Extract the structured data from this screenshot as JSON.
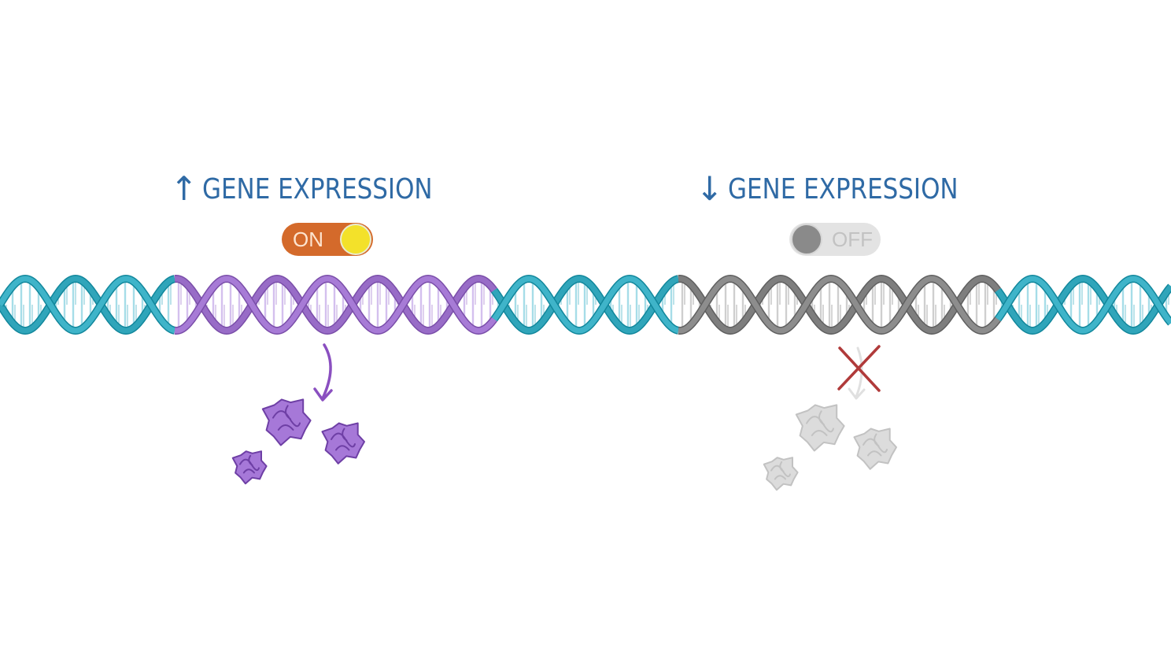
{
  "labels": {
    "increase": {
      "arrow": "↑",
      "text": "GENE EXPRESSION"
    },
    "decrease": {
      "arrow": "↓",
      "text": "GENE EXPRESSION"
    }
  },
  "toggles": {
    "on": {
      "label": "ON",
      "state": "on"
    },
    "off": {
      "label": "OFF",
      "state": "off"
    }
  },
  "colors": {
    "dna_default": "#3fb4c9",
    "dna_active_gene": "#a77bd6",
    "dna_silenced_gene": "#8d8d8d",
    "protein_active": "#a678d8",
    "protein_inactive": "#dcdcdc",
    "heading_text": "#2f6aa5",
    "toggle_on_bg": "#d46a2b",
    "toggle_on_knob": "#f3e12a",
    "toggle_off_bg": "#e3e3e3",
    "toggle_off_knob": "#8a8a8a",
    "blocked_mark": "#b03a3a",
    "expression_arrow": "#8a4fc0"
  },
  "icons": {
    "expression_arrow": "curved-arrow-down-icon",
    "blocked": "red-x-icon",
    "protein": "folded-protein-icon"
  }
}
